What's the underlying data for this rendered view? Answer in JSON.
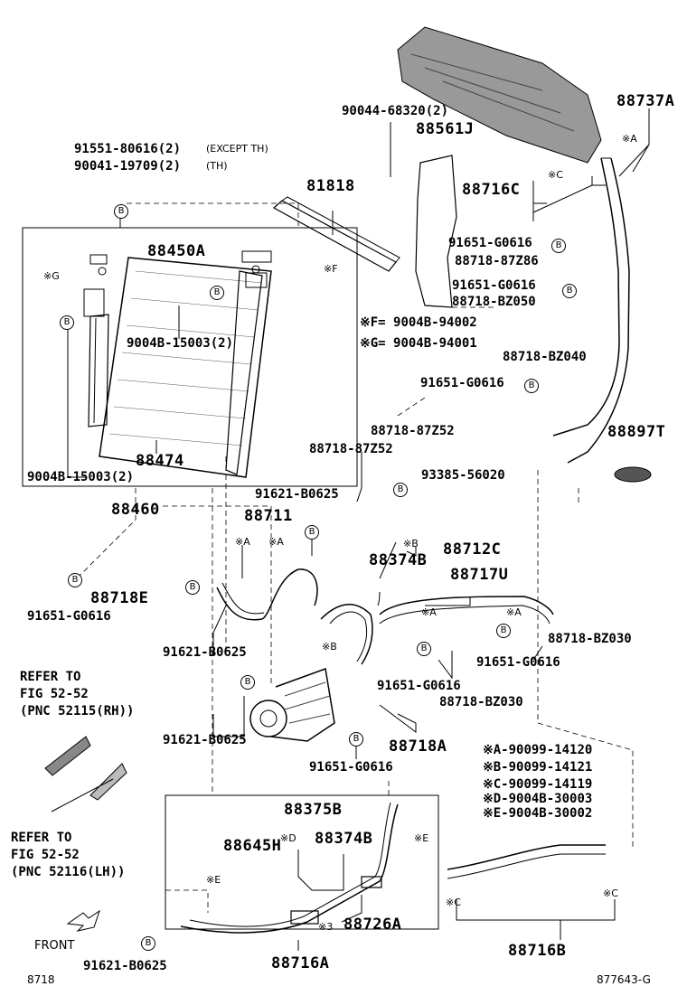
{
  "labels": {
    "p88737A": "88737A",
    "p90044": "90044-68320(2)",
    "p88561J": "88561J",
    "p91551": "91551-80616(2)",
    "p91551_note": "(EXCEPT TH)",
    "p90041": "90041-19709(2)",
    "p90041_note": "(TH)",
    "p81818": "81818",
    "p88716C": "88716C",
    "p91651a": "91651-G0616",
    "p88718_87Z86": "88718-87Z86",
    "p91651b": "91651-G0616",
    "p88718_BZ050": "88718-BZ050",
    "p88450A": "88450A",
    "p9004B_15003a": "9004B-15003(2)",
    "pF_def": "※F= 9004B-94002",
    "pG_def": "※G= 9004B-94001",
    "p88718_BZ040": "88718-BZ040",
    "p91651c": "91651-G0616",
    "p88897T": "88897T",
    "p88474": "88474",
    "p9004B_15003b": "9004B-15003(2)",
    "p88718_87Z52a": "88718-87Z52",
    "p88718_87Z52b": "88718-87Z52",
    "p93385": "93385-56020",
    "p91621a": "91621-B0625",
    "p88460": "88460",
    "p88711": "88711",
    "p88712C": "88712C",
    "p88374B_a": "88374B",
    "p88717U": "88717U",
    "p88718E": "88718E",
    "p91651d": "91651-G0616",
    "p91621b": "91621-B0625",
    "p88718_BZ030a": "88718-BZ030",
    "p91651e": "91651-G0616",
    "p91651f": "91651-G0616",
    "p88718_BZ030b": "88718-BZ030",
    "refer1": "REFER TO\nFIG 52-52\n(PNC 52115(RH))",
    "p91621c": "91621-B0625",
    "p88718A": "88718A",
    "p91651g": "91651-G0616",
    "defA": "※A-90099-14120",
    "defB": "※B-90099-14121",
    "defC": "※C-90099-14119",
    "defD": "※D-9004B-30003",
    "defE": "※E-9004B-30002",
    "p88375B": "88375B",
    "p88645H": "88645H",
    "p88374B_b": "88374B",
    "refer2": "REFER TO\nFIG 52-52\n(PNC 52116(LH))",
    "p88726A": "88726A",
    "front": "FRONT",
    "p91621d": "91621-B0625",
    "p88716A": "88716A",
    "p88716B": "88716B",
    "fig_num": "8718",
    "fig_code": "877643-G"
  },
  "marks": {
    "A": "※A",
    "B": "※B",
    "C": "※C",
    "D": "※D",
    "E": "※E",
    "F": "※F",
    "G": "※G",
    "three": "※3",
    "circB": "B"
  }
}
